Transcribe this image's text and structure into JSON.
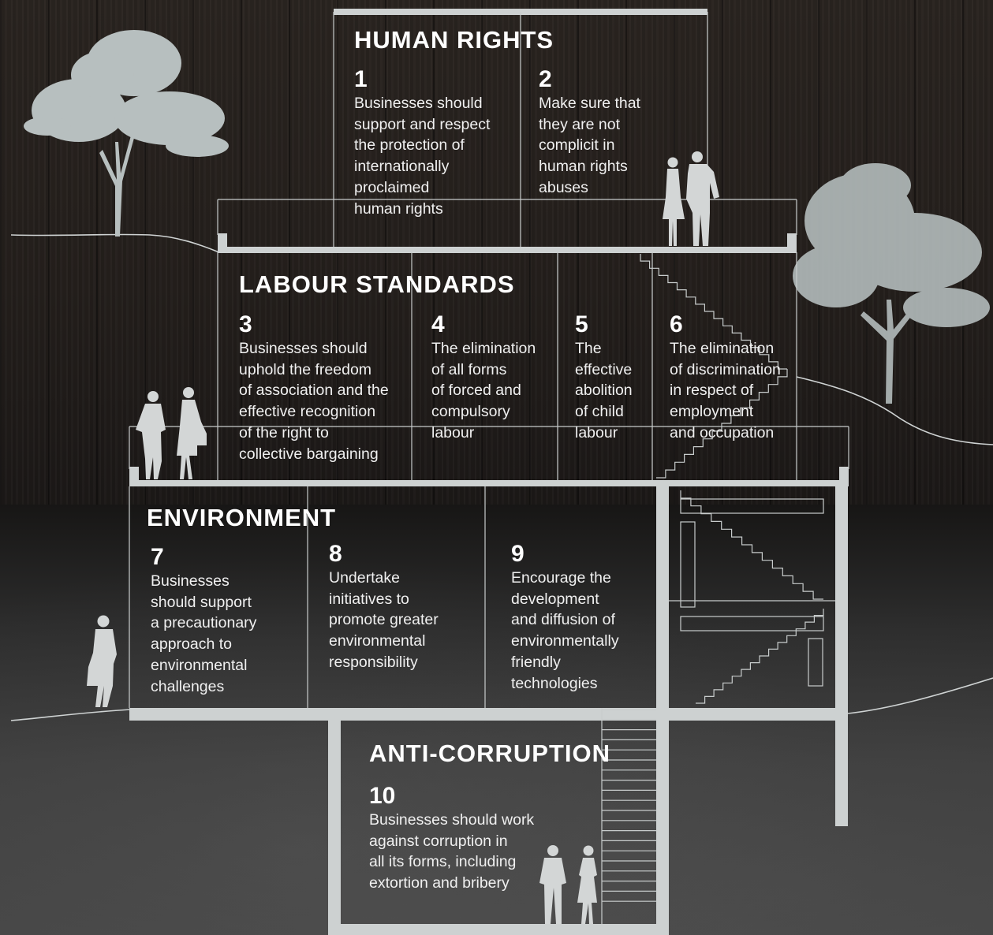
{
  "sections": [
    {
      "id": "human-rights",
      "title": "HUMAN RIGHTS",
      "principles": [
        {
          "number": "1",
          "text": "Businesses should\nsupport and respect\nthe protection of\ninternationally\nproclaimed\nhuman rights"
        },
        {
          "number": "2",
          "text": "Make sure that\nthey are not\ncomplicit in\nhuman rights\nabuses"
        }
      ]
    },
    {
      "id": "labour-standards",
      "title": "LABOUR STANDARDS",
      "principles": [
        {
          "number": "3",
          "text": "Businesses should\nuphold the freedom\nof association and the\neffective recognition\nof the right to\ncollective bargaining"
        },
        {
          "number": "4",
          "text": "The elimination\nof all forms\nof forced and\ncompulsory\nlabour"
        },
        {
          "number": "5",
          "text": "The\neffective\nabolition\nof child\nlabour"
        },
        {
          "number": "6",
          "text": "The elimination\nof discrimination\nin respect of\nemployment\nand occupation"
        }
      ]
    },
    {
      "id": "environment",
      "title": "ENVIRONMENT",
      "principles": [
        {
          "number": "7",
          "text": "Businesses\nshould support\na precautionary\napproach to\nenvironmental\nchallenges"
        },
        {
          "number": "8",
          "text": "Undertake\ninitiatives to\npromote greater\nenvironmental\nresponsibility"
        },
        {
          "number": "9",
          "text": "Encourage the\ndevelopment\nand diffusion of\nenvironmentally\nfriendly\ntechnologies"
        }
      ]
    },
    {
      "id": "anti-corruption",
      "title": "ANTI-CORRUPTION",
      "principles": [
        {
          "number": "10",
          "text": "Businesses should work\nagainst corruption in\nall its forms, including\nextortion and bribery"
        }
      ]
    }
  ],
  "colors": {
    "structure": "#cdd1d1",
    "thin_line": "#c8cccc",
    "tree": "#b7bfbf",
    "silhouette": "#d3d6d6",
    "title_text": "#ffffff",
    "body_text": "#f0f0f0"
  },
  "illustration": {
    "icons": [
      "tree-icon",
      "tree-icon",
      "couple-silhouette-icon",
      "couple-silhouette-icon",
      "person-on-phone-silhouette-icon",
      "couple-silhouette-icon",
      "staircase-icon"
    ]
  }
}
